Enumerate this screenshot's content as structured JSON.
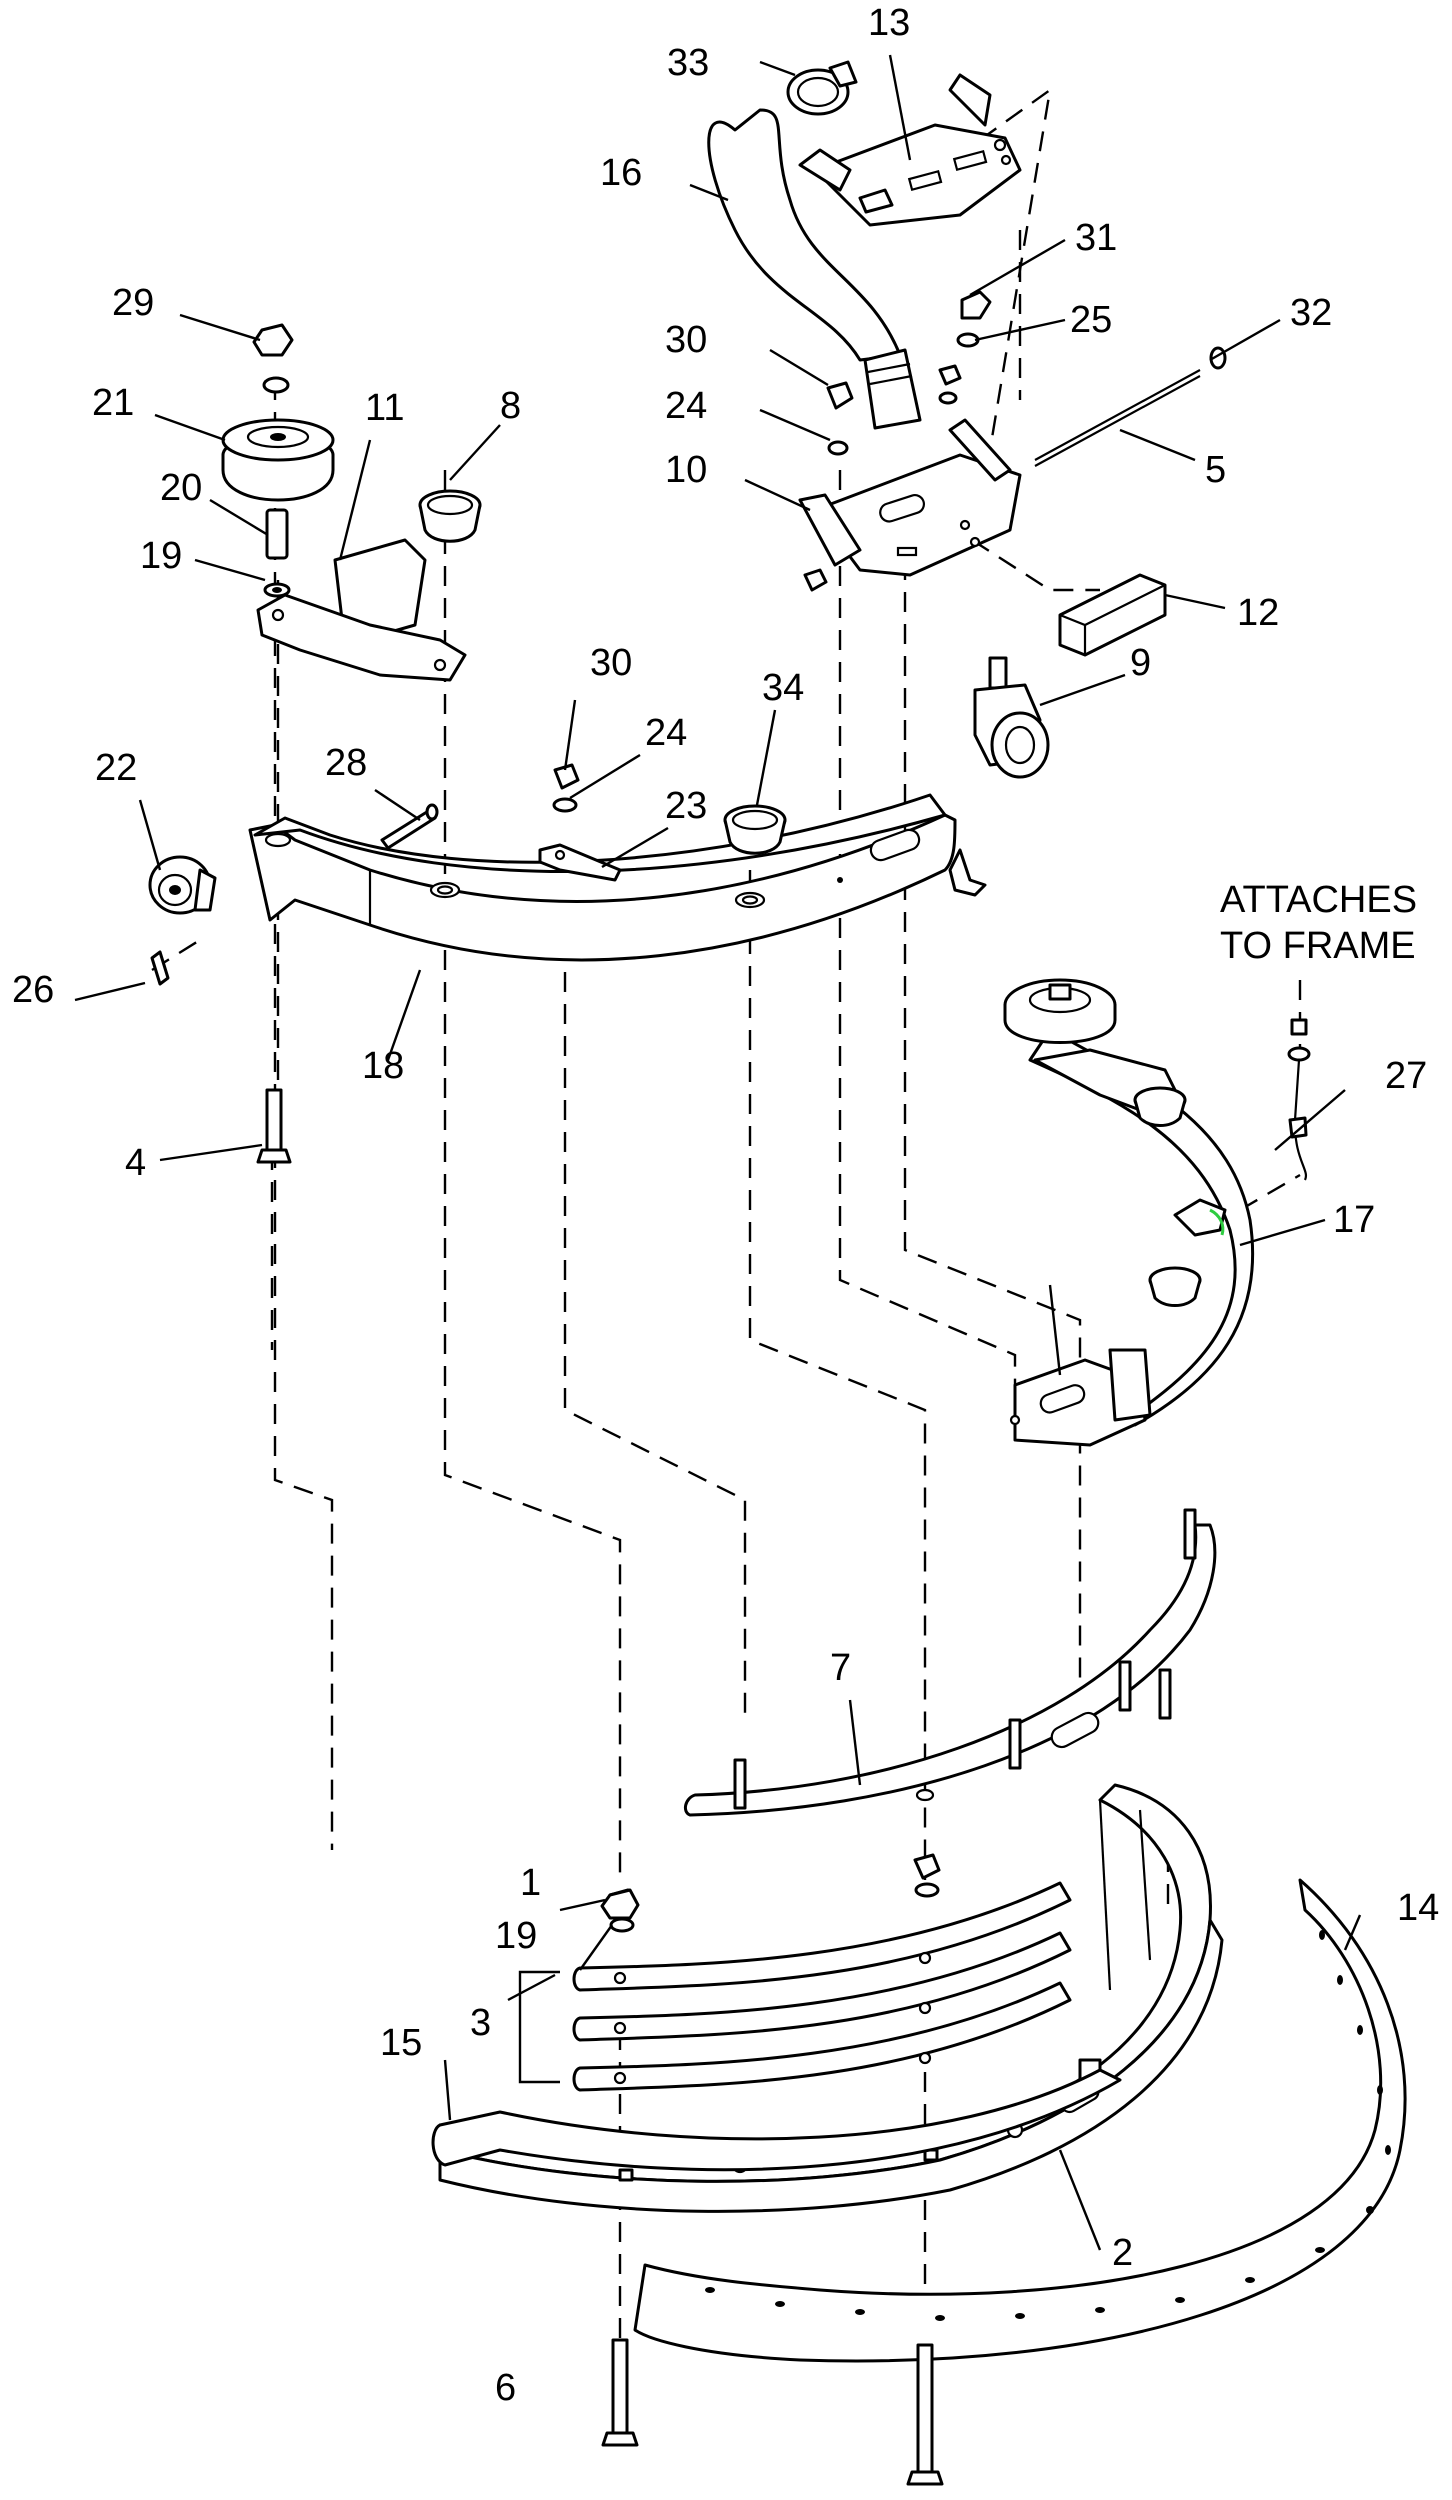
{
  "callouts": {
    "c1": "1",
    "c2": "2",
    "c3": "3",
    "c4": "4",
    "c5": "5",
    "c6": "6",
    "c7": "7",
    "c8": "8",
    "c9": "9",
    "c10": "10",
    "c11": "11",
    "c12": "12",
    "c13": "13",
    "c14": "14",
    "c15": "15",
    "c16": "16",
    "c17": "17",
    "c18": "18",
    "c19a": "19",
    "c19b": "19",
    "c20": "20",
    "c21": "21",
    "c22": "22",
    "c23": "23",
    "c24a": "24",
    "c24b": "24",
    "c25": "25",
    "c26": "26",
    "c27": "27",
    "c28": "28",
    "c29": "29",
    "c30a": "30",
    "c30b": "30",
    "c31": "31",
    "c32": "32",
    "c33": "33",
    "c34": "34"
  },
  "note": {
    "line1": "ATTACHES",
    "line2": "TO FRAME"
  },
  "colors": {
    "highlight": "#2ecc40"
  }
}
